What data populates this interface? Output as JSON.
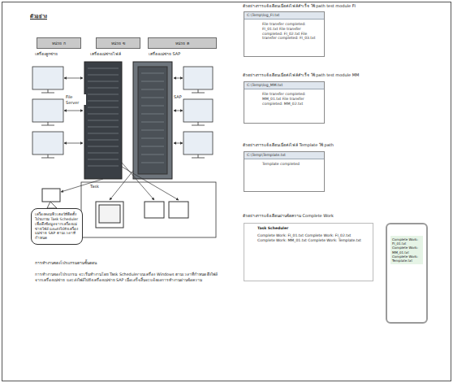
{
  "diagram": {
    "title": "ตัวอย่าง",
    "nodes": [
      {
        "text": [
          "หน่วย ก"
        ]
      },
      {
        "text": [
          "หน่วย ข"
        ]
      },
      {
        "text": [
          "หน่วย ค"
        ]
      },
      {
        "text": [
          "เครื่องคอมพิวเตอร์ที่ติดตั้งโปรแกรม Task Scheduler เพื่อดึงข้อมูลจากเครื่องแม่ข่ายไฟล์ และส่งไปยังเครื่องแม่ข่าย SAP ตามเวลาที่กำหนด"
        ]
      },
      {
        "text": [
          "C:\\Temp\\log_FI.txt",
          "File transfer completed: FI_01.txt File transfer completed: FI_02.txt File transfer completed: FI_03.txt"
        ]
      },
      {
        "text": [
          "C:\\Temp\\log_MM.txt",
          "File transfer completed: MM_01.txt File transfer completed: MM_02.txt"
        ]
      },
      {
        "text": [
          "C:\\Temp\\Template.txt",
          "Template completed"
        ]
      },
      {
        "text": [
          "Task Scheduler",
          "Complete Work: FI_01.txt Complete Work: FI_02.txt Complete Work: MM_01.txt Complete Work: Template.txt"
        ]
      },
      {
        "text": [
          "Complete Work: FI_01.txt Complete Work: MM_01.txt Complete Work: Template.txt"
        ]
      }
    ],
    "labels": [
      "ตัวอย่าง",
      "เครื่องลูกข่าย",
      "เครื่องแม่ข่ายไฟล์",
      "เครื่องแม่ข่าย SAP",
      "File Server",
      "SAP",
      "Task",
      "การทำงานของโปรแกรมตามขั้นตอน",
      "การทำงานของโปรแกรม จะเริ่มทำงานโดย Task Scheduler บนเครื่อง Windows ตามเวลาที่กำหนด ดึงไฟล์จากเครื่องแม่ข่าย และส่งไฟล์ไปยังเครื่องแม่ข่าย SAP เมื่อเสร็จสิ้นจะแจ้งผลการทำงานผ่านข้อความ",
      "ตัวอย่างการแจ้งเตือนเมื่อส่งไฟล์สำเร็จ ใช้ path test module FI",
      "ตัวอย่างการแจ้งเตือนเมื่อส่งไฟล์สำเร็จ ใช้ path test module MM",
      "ตัวอย่างการแจ้งเตือนเมื่อส่งไฟล์ Template ใช้ path",
      "ตัวอย่างการแจ้งเตือนผ่านข้อความ Complete Work"
    ]
  }
}
